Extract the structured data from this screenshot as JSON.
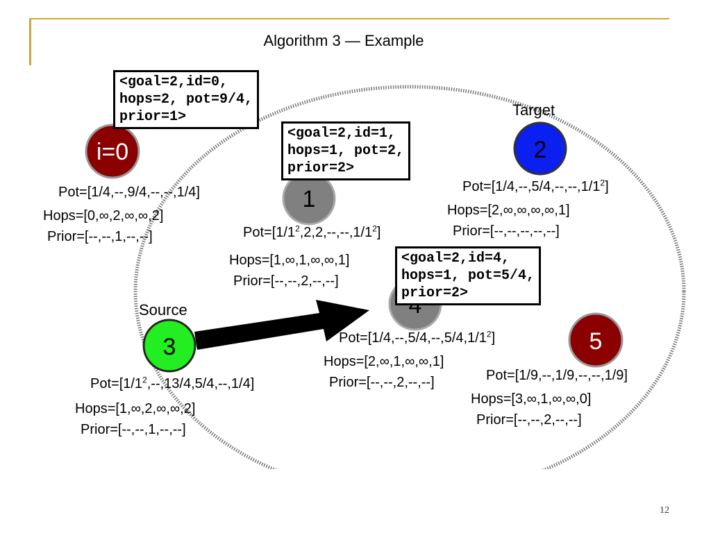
{
  "slide": {
    "title": "Algorithm 3 — Example",
    "page_number": "12",
    "accent_color": "#d4a437"
  },
  "nodes": {
    "n0": {
      "label": "i=0",
      "color": "#8b0000"
    },
    "n1": {
      "label": "1",
      "color": "#808080"
    },
    "n2": {
      "label": "2",
      "color": "#0a1ff0"
    },
    "n3": {
      "label": "3",
      "color": "#22ee22"
    },
    "n4": {
      "label": "4",
      "color": "#808080"
    },
    "n5": {
      "label": "5",
      "color": "#8b0000"
    }
  },
  "tags": {
    "target": "Target",
    "source": "Source"
  },
  "messages": {
    "m0": "<goal=2,id=0,\nhops=2, pot=9/4,\nprior=1>",
    "m1": "<goal=2,id=1,\nhops=1, pot=2,\nprior=2>",
    "m4": "<goal=2,id=4,\nhops=1, pot=5/4,\nprior=2>"
  },
  "stats": {
    "n0": {
      "pot": "Pot=[1/4,--,9/4,--,--,1/4]",
      "hops": "Hops=[0,∞,2,∞,∞,2]",
      "prior": "Prior=[--,--,1,--,--]"
    },
    "n1": {
      "pot_a": "Pot=[1/1",
      "pot_b": ",2,2,--,--,1/1",
      "pot_c": "]",
      "sup": "2",
      "hops": "Hops=[1,∞,1,∞,∞,1]",
      "prior": "Prior=[--,--,2,--,--]"
    },
    "n2": {
      "pot_a": "Pot=[1/4,--,5/4,--,--,1/1",
      "pot_b": "]",
      "sup": "2",
      "hops": "Hops=[2,∞,∞,∞,∞,1]",
      "prior": "Prior=[--,--,--,--,--]"
    },
    "n3": {
      "pot_a": "Pot=[1/1",
      "pot_b": ",--,13/4,5/4,--,1/4]",
      "sup": "2",
      "hops": "Hops=[1,∞,2,∞,∞,2]",
      "prior": "Prior=[--,--,1,--,--]"
    },
    "n4": {
      "pot_a": "Pot=[1/4,--,5/4,--,5/4,1/1",
      "pot_b": "]",
      "sup": "2",
      "hops": "Hops=[2,∞,1,∞,∞,1]",
      "prior": "Prior=[--,--,2,--,--]"
    },
    "n5": {
      "pot": "Pot=[1/9,--,1/9,--,--,1/9]",
      "hops": "Hops=[3,∞,1,∞,∞,0]",
      "prior": "Prior=[--,--,2,--,--]"
    }
  }
}
